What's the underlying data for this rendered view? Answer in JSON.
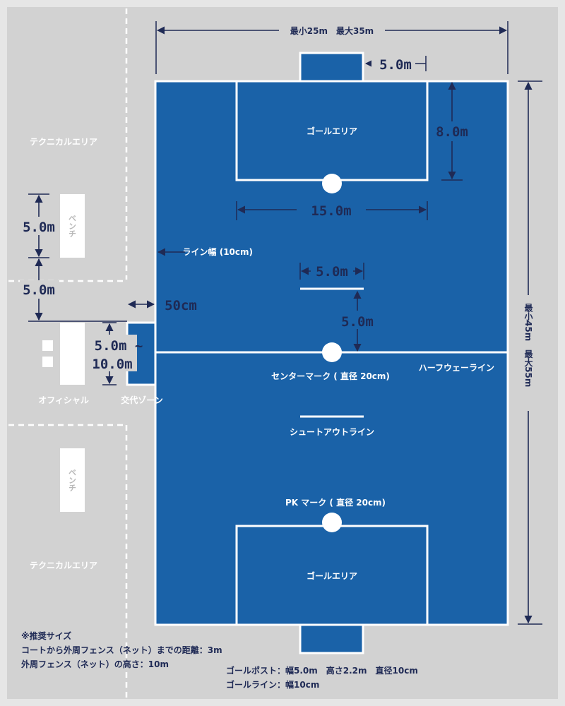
{
  "colors": {
    "outer_bg": "#e6e6e6",
    "area_bg": "#d2d2d2",
    "court": "#1a62a8",
    "line": "#ffffff",
    "navy": "#1f2a55"
  },
  "labels": {
    "width_range": "最小25m　最大35m",
    "length_range": "最小45m　最大55m",
    "goal_area": "ゴールエリア",
    "technical_area": "テクニカルエリア",
    "bench": "ベンチ",
    "line_width": "ライン幅 (10cm)",
    "halfway_line": "ハーフウェーライン",
    "center_mark": "センターマーク ( 直径 20cm)",
    "shootout_line": "シュートアウトライン",
    "pk_mark": "PK マーク ( 直径 20cm)",
    "official": "オフィシャル",
    "substitution_zone": "交代ゾーン"
  },
  "dims": {
    "goal_width": "5.0m",
    "goal_area_depth": "8.0m",
    "goal_area_width": "15.0m",
    "shootout_width": "5.0m",
    "shootout_distance": "5.0m",
    "bench_length": "5.0m",
    "bench_gap": "5.0m",
    "zone_offset": "50cm",
    "zone_length_1": "5.0m ~",
    "zone_length_2": "10.0m"
  },
  "notes": {
    "recommended_title": "※推奨サイズ",
    "fence_distance": "コートから外周フェンス（ネット）までの距離：3m",
    "fence_height": "外周フェンス（ネット）の高さ：10m",
    "goal_post": "ゴールポスト：幅5.0m　高さ2.2m　直径10cm",
    "goal_line": "ゴールライン：幅10cm"
  }
}
